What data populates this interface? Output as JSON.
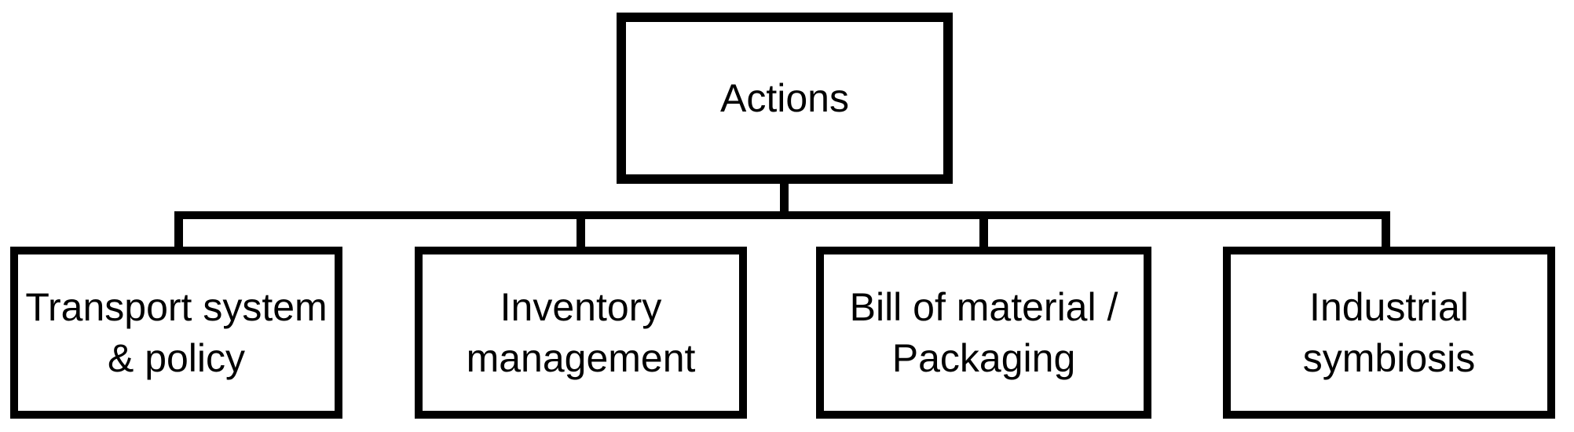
{
  "diagram": {
    "type": "hierarchy-tree",
    "background_color": "#ffffff",
    "line_color": "#000000",
    "text_color": "#000000",
    "root": {
      "label": "Actions"
    },
    "children": [
      {
        "label": "Transport system\n& policy"
      },
      {
        "label": "Inventory\nmanagement"
      },
      {
        "label": "Bill of material /\nPackaging"
      },
      {
        "label": "Industrial\nsymbiosis"
      }
    ]
  }
}
